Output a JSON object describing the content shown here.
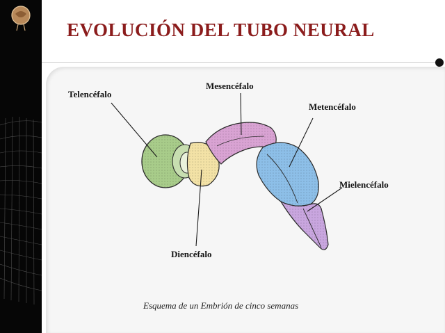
{
  "title": "EVOLUCIÓN DEL TUBO NEURAL",
  "labels": {
    "telencefalo": "Telencéfalo",
    "mesencefalo": "Mesencéfalo",
    "metencefalo": "Metencéfalo",
    "mielencefalo": "Mielencéfalo",
    "diencefalo": "Diencéfalo"
  },
  "caption": "Esquema de un Embrión de cinco semanas",
  "colors": {
    "title": "#8b1c1c",
    "telencefalo": "#a8cc8a",
    "diencefalo": "#f3e2a6",
    "mesencefalo": "#d9a3d3",
    "metencefalo": "#8dbfe8",
    "mielencefalo": "#c9a6df"
  }
}
